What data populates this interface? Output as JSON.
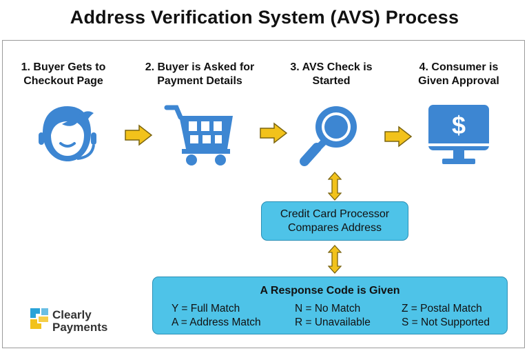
{
  "title": "Address Verification System (AVS) Process",
  "steps": [
    {
      "label": "1. Buyer Gets to\nCheckout Page",
      "icon": "person-headset-icon"
    },
    {
      "label": "2. Buyer is Asked for\nPayment Details",
      "icon": "shopping-cart-icon"
    },
    {
      "label": "3. AVS Check is\nStarted",
      "icon": "magnifying-glass-icon"
    },
    {
      "label": "4. Consumer is\nGiven Approval",
      "icon": "dollar-monitor-icon"
    }
  ],
  "processor": {
    "text": "Credit Card Processor\nCompares Address"
  },
  "response": {
    "title": "A Response Code is Given",
    "codes": [
      "Y = Full Match",
      "N = No Match",
      "Z = Postal Match",
      "A = Address Match",
      "R = Unavailable",
      "S = Not Supported"
    ]
  },
  "logo": {
    "text": "Clearly\nPayments"
  },
  "colors": {
    "icon_blue": "#3d86d2",
    "arrow_yellow": "#f2c21b",
    "box_cyan": "#4ec3e8"
  }
}
